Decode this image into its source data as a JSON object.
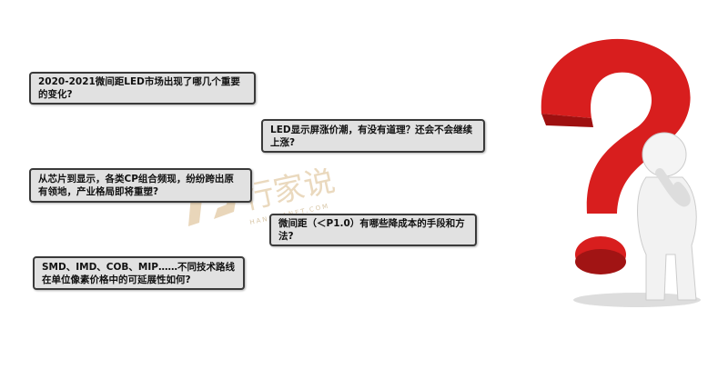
{
  "questions": [
    "2020-2021微间距LED市场出现了哪几个重要的变化?",
    "LED显示屏涨价潮，有没有道理？还会不会继续上涨?",
    "从芯片到显示，各类CP组合频现，纷纷跨出原有领地，产业格局即将重塑?",
    "微间距（＜P1.0）有哪些降成本的手段和方法?",
    "SMD、IMD、COB、MIP……不同技术路线在单位像素价格中的可延展性如何?"
  ],
  "watermark": {
    "brand": "行家说",
    "domain": "HANGJIANET.COM",
    "color": "#e2c9a3"
  },
  "colors": {
    "question_mark": "#d81e1e",
    "box_bg": "#e1e1e1",
    "box_border": "#3a3a3a"
  }
}
